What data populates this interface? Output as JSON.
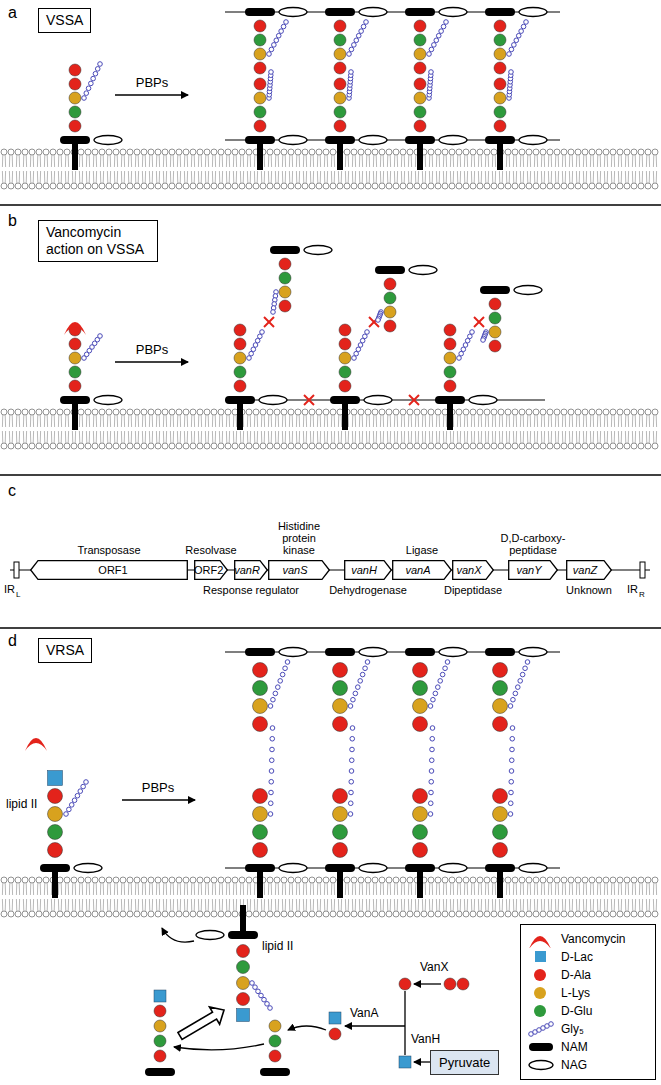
{
  "diagram": {
    "nodes": [
      {
        "text": [
          "VSSA"
        ]
      },
      {
        "text": [
          "Vancomycin action on VSSA"
        ]
      },
      {
        "text": [
          "Transposase",
          "ORF1"
        ]
      },
      {
        "text": [
          "Resolvase",
          "ORF2"
        ]
      },
      {
        "text": [
          "vanR",
          "Response regulator"
        ]
      },
      {
        "text": [
          "Histidine protein kinase",
          "vanS"
        ]
      },
      {
        "text": [
          "vanH",
          "Dehydrogenase"
        ]
      },
      {
        "text": [
          "Ligase",
          "vanA"
        ]
      },
      {
        "text": [
          "vanX",
          "Dipeptidase"
        ]
      },
      {
        "text": [
          "D,D-carboxy- peptidase",
          "vanY"
        ]
      },
      {
        "text": [
          "vanZ",
          "Unknown"
        ]
      },
      {
        "text": [
          "VRSA"
        ]
      },
      {
        "text": [
          "Pyruvate"
        ]
      }
    ],
    "labels": [
      "a",
      "PBPs",
      "b",
      "PBPs",
      "c",
      "IR",
      "L",
      "IR",
      "R",
      "d",
      "PBPs",
      "lipid II",
      "lipid II",
      "VanX",
      "VanA",
      "VanH"
    ],
    "legend": [
      {
        "text": "Vancomycin"
      },
      {
        "text": "D-Lac",
        "color": "#3a9ad0"
      },
      {
        "text": "D-Ala",
        "color": "#e3231b"
      },
      {
        "text": "L-Lys",
        "color": "#d8a21e"
      },
      {
        "text": "D-Glu",
        "color": "#2e9a3c"
      },
      {
        "text": "Gly₅"
      },
      {
        "text": "NAM"
      },
      {
        "text": "NAG"
      }
    ]
  }
}
